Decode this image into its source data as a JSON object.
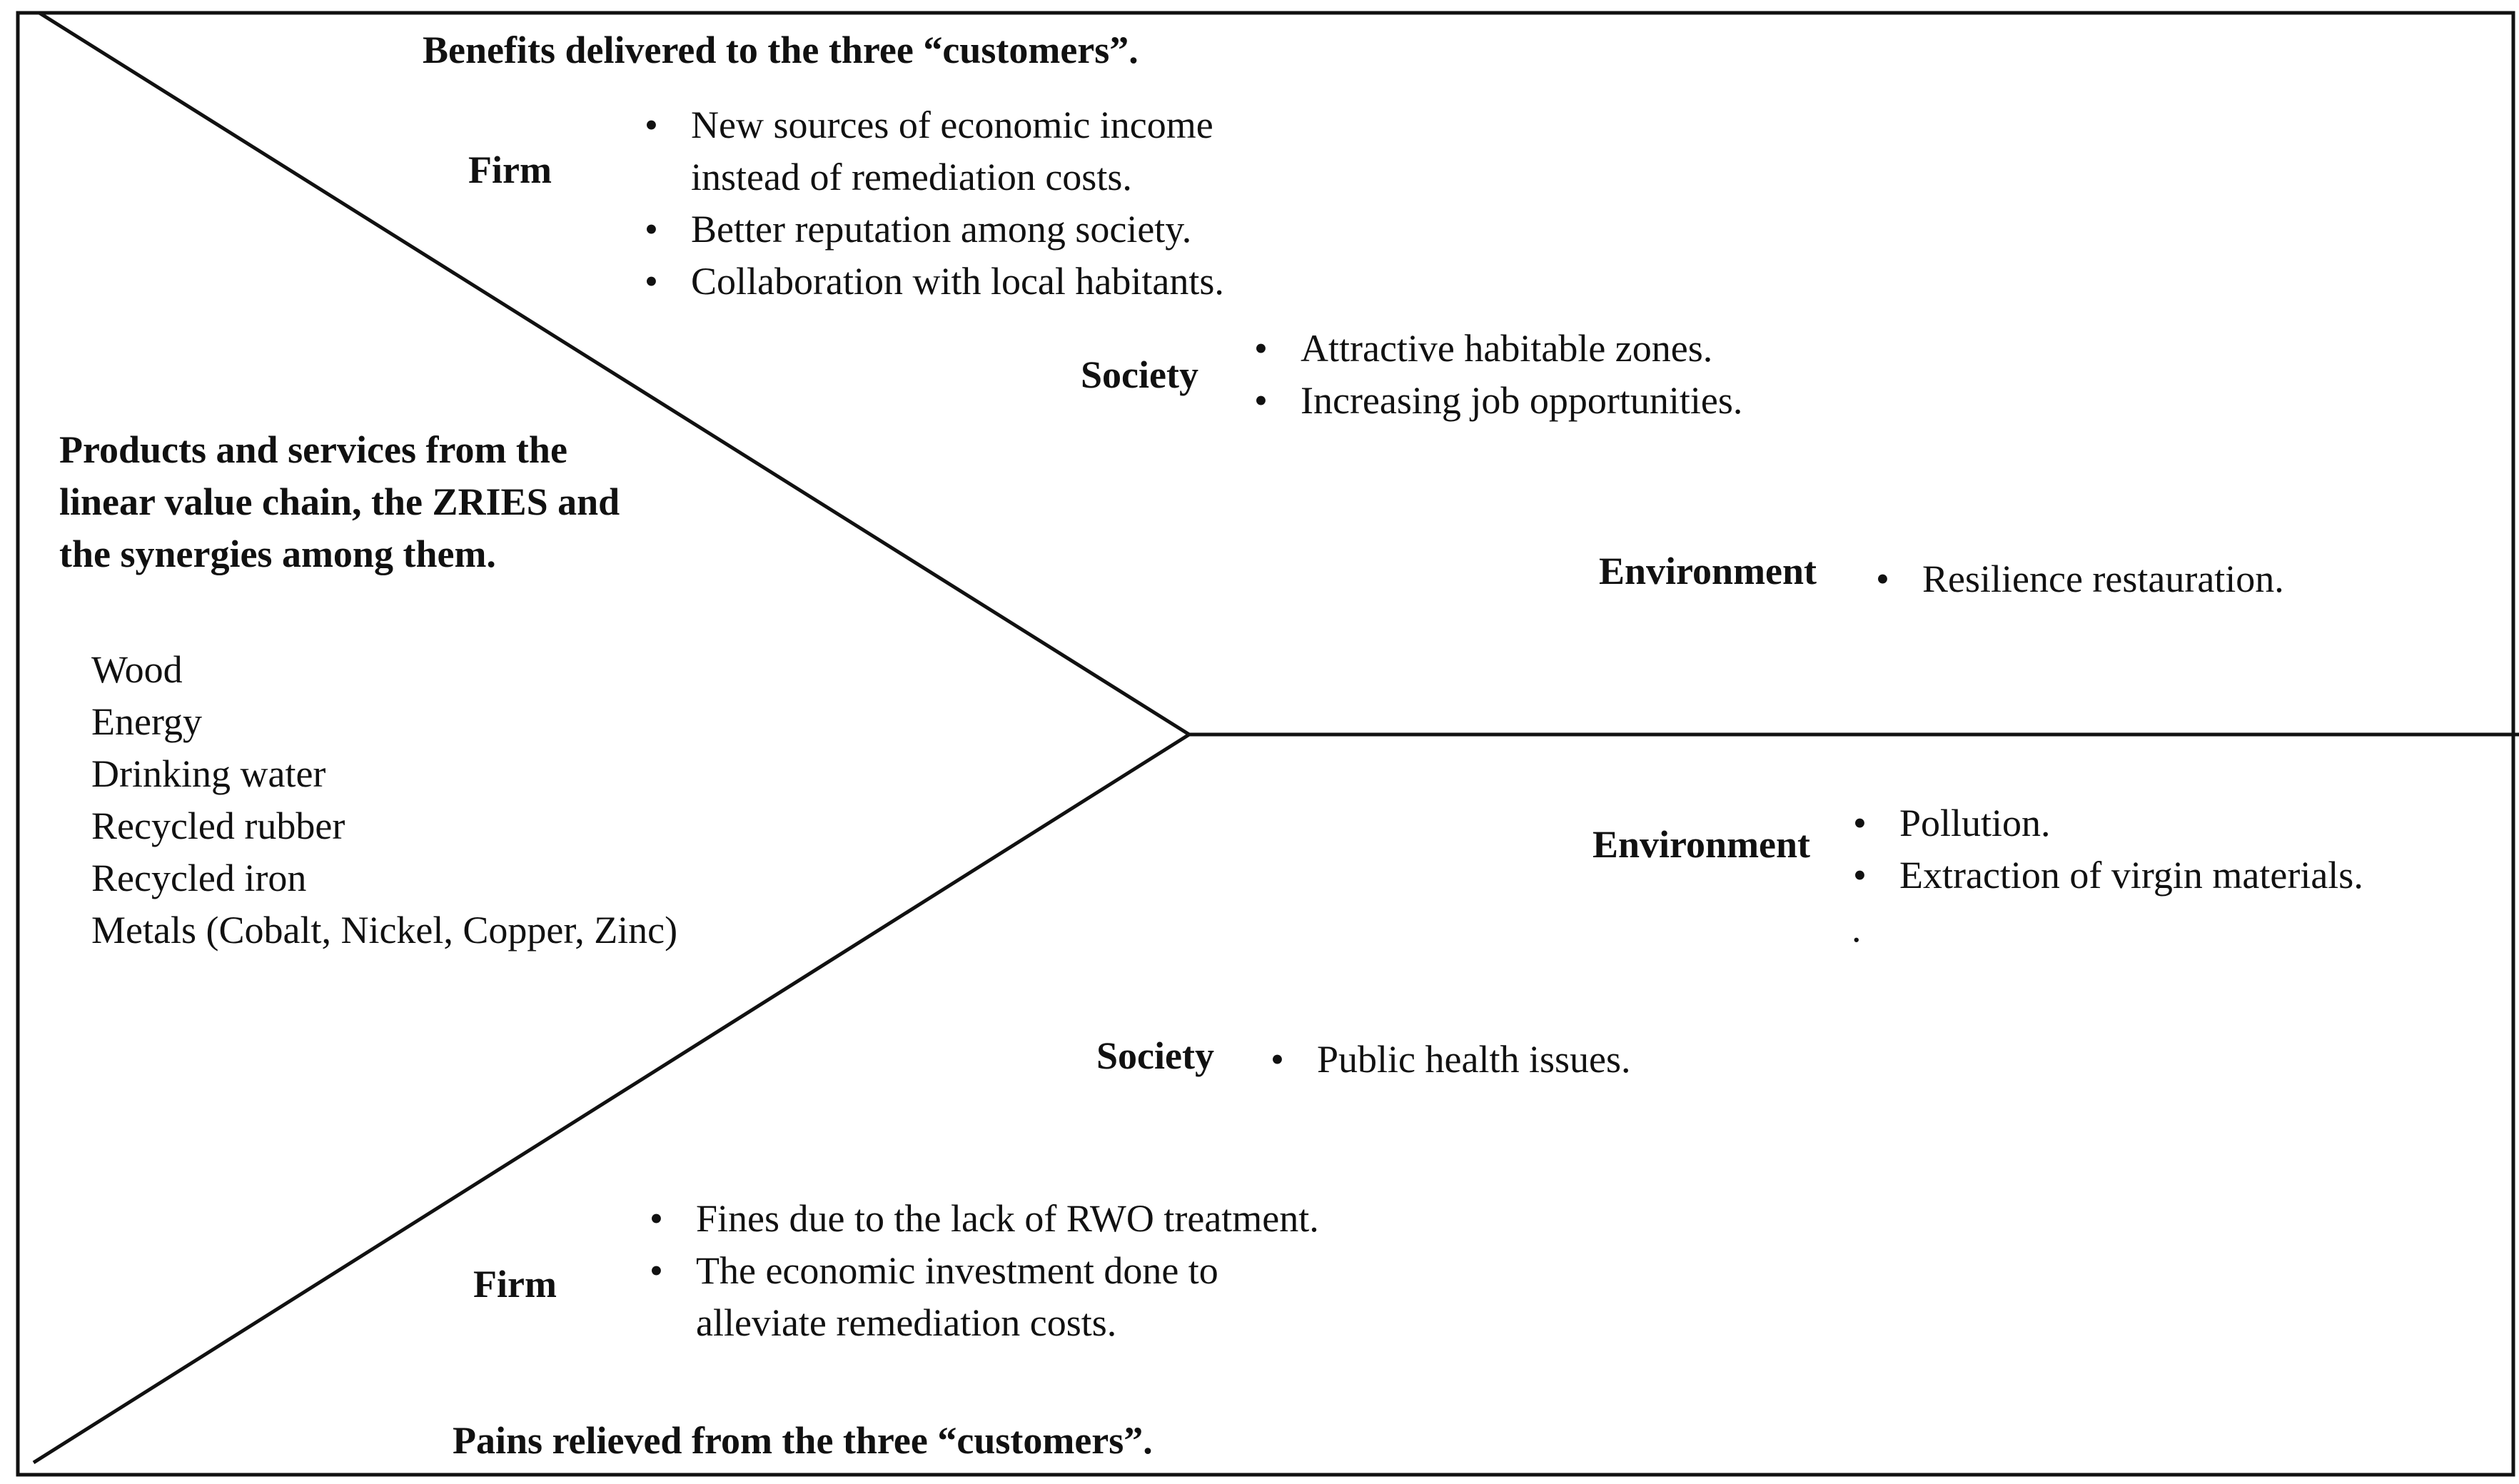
{
  "benefits": {
    "heading": "Benefits delivered to the three “customers”.",
    "firm": {
      "label": "Firm",
      "items": [
        "New sources of economic income",
        "instead of remediation costs.",
        "Better reputation among society.",
        "Collaboration with local habitants."
      ]
    },
    "society": {
      "label": "Society",
      "items": [
        "Attractive habitable zones.",
        "Increasing job opportunities."
      ]
    },
    "environment": {
      "label": "Environment",
      "items": [
        "Resilience restauration."
      ]
    }
  },
  "products": {
    "heading": [
      "Products and services from the",
      "linear value chain, the ZRIES and",
      "the synergies among them."
    ],
    "items": [
      "Wood",
      "Energy",
      "Drinking water",
      "Recycled rubber",
      "Recycled iron",
      "Metals (Cobalt, Nickel, Copper, Zinc)"
    ]
  },
  "pains": {
    "heading": "Pains relieved from the three “customers”.",
    "environment": {
      "label": "Environment",
      "items": [
        "Pollution.",
        "Extraction of virgin materials."
      ],
      "trailing_mark": "."
    },
    "society": {
      "label": "Society",
      "items": [
        "Public health issues."
      ]
    },
    "firm": {
      "label": "Firm",
      "items": [
        "Fines due to the lack of RWO treatment.",
        "The economic investment done to",
        "alleviate remediation costs."
      ]
    }
  }
}
